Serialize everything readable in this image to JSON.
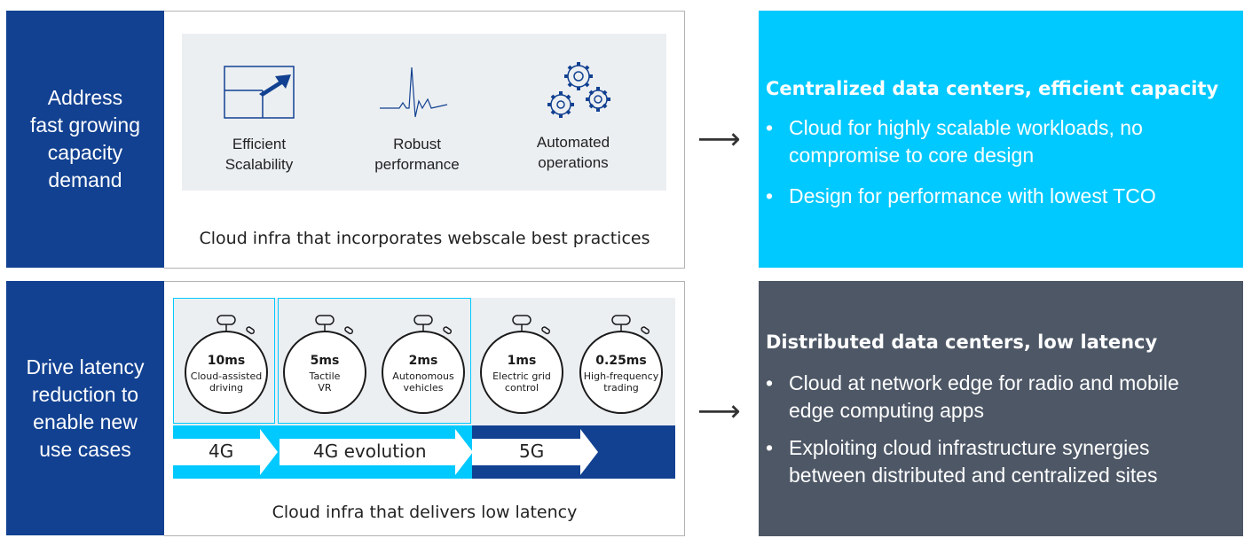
{
  "top": {
    "left_label": "Address\nfast growing\ncapacity\ndemand",
    "icons": [
      {
        "icon": "scalability-chart-icon",
        "label": "Efficient\nScalability"
      },
      {
        "icon": "heartbeat-icon",
        "label": "Robust\nperformance"
      },
      {
        "icon": "gears-icon",
        "label": "Automated\noperations"
      }
    ],
    "caption": "Cloud infra that incorporates webscale best practices",
    "arrow": "⟶",
    "panel": {
      "title": "Centralized data centers, efficient capacity",
      "bullets": [
        "Cloud for highly scalable workloads, no compromise to core design",
        "Design for performance with lowest TCO"
      ],
      "color": "#00c9ff"
    }
  },
  "bottom": {
    "left_label": "Drive latency\nreduction to\nenable new\nuse cases",
    "timers": [
      {
        "value": "10ms",
        "label": "Cloud-assisted\ndriving"
      },
      {
        "value": "5ms",
        "label": "Tactile\nVR"
      },
      {
        "value": "2ms",
        "label": "Autonomous\nvehicles"
      },
      {
        "value": "1ms",
        "label": "Electric grid\ncontrol"
      },
      {
        "value": "0.25ms",
        "label": "High-frequency\ntrading"
      }
    ],
    "generations": [
      "4G",
      "4G evolution",
      "5G"
    ],
    "caption": "Cloud infra that delivers low latency",
    "arrow": "⟶",
    "panel": {
      "title": "Distributed data centers, low latency",
      "bullets": [
        "Cloud at network edge for radio and mobile edge computing apps",
        "Exploiting cloud infrastructure synergies between distributed and centralized sites"
      ],
      "color": "#4d5766"
    }
  },
  "colors": {
    "navy": "#124191",
    "cyan": "#00c9ff",
    "slate": "#4d5766",
    "light_bg": "#eceff2"
  }
}
